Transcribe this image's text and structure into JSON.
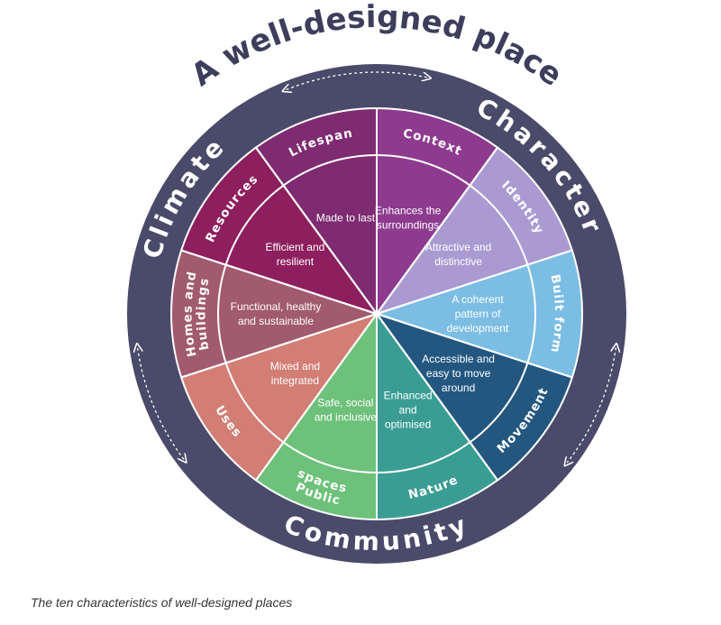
{
  "title": "A well-designed place",
  "caption": "The ten characteristics of well-designed places",
  "themes": [
    {
      "key": "character",
      "label": "Character"
    },
    {
      "key": "community",
      "label": "Community"
    },
    {
      "key": "climate",
      "label": "Climate"
    }
  ],
  "segments": [
    {
      "key": "context",
      "name": "Context",
      "desc": [
        "Enhances the",
        "surroundings"
      ],
      "color": "#8e3b8f"
    },
    {
      "key": "identity",
      "name": "Identity",
      "desc": [
        "Attractive and",
        "distinctive"
      ],
      "color": "#a99bd2"
    },
    {
      "key": "builtform",
      "name": "Built form",
      "desc": [
        "A coherent",
        "pattern of",
        "development"
      ],
      "color": "#7cbde3"
    },
    {
      "key": "movement",
      "name": "Movement",
      "desc": [
        "Accessible and",
        "easy to move",
        "around"
      ],
      "color": "#235780"
    },
    {
      "key": "nature",
      "name": "Nature",
      "desc": [
        "Enhanced",
        "and",
        "optimised"
      ],
      "color": "#3a9d94"
    },
    {
      "key": "public",
      "name": [
        "Public",
        "spaces"
      ],
      "desc": [
        "Safe, social",
        "and inclusive"
      ],
      "color": "#6ec17a"
    },
    {
      "key": "uses",
      "name": "Uses",
      "desc": [
        "Mixed and",
        "integrated"
      ],
      "color": "#d27e74"
    },
    {
      "key": "homes",
      "name": [
        "Homes and",
        "buildings"
      ],
      "desc": [
        "Functional, healthy",
        "and sustainable"
      ],
      "color": "#a15a6e"
    },
    {
      "key": "resources",
      "name": "Resources",
      "desc": [
        "Efficient and",
        "resilient"
      ],
      "color": "#8e1f5e"
    },
    {
      "key": "lifespan",
      "name": "Lifespan",
      "desc": [
        "Made to last"
      ],
      "color": "#7e2b72"
    }
  ],
  "colors": {
    "ring": "#4a4a6a",
    "ring_text": "#ffffff",
    "title": "#3d3d5c",
    "divider": "#ffffff"
  },
  "icons": [
    "double-arrow-icon"
  ]
}
